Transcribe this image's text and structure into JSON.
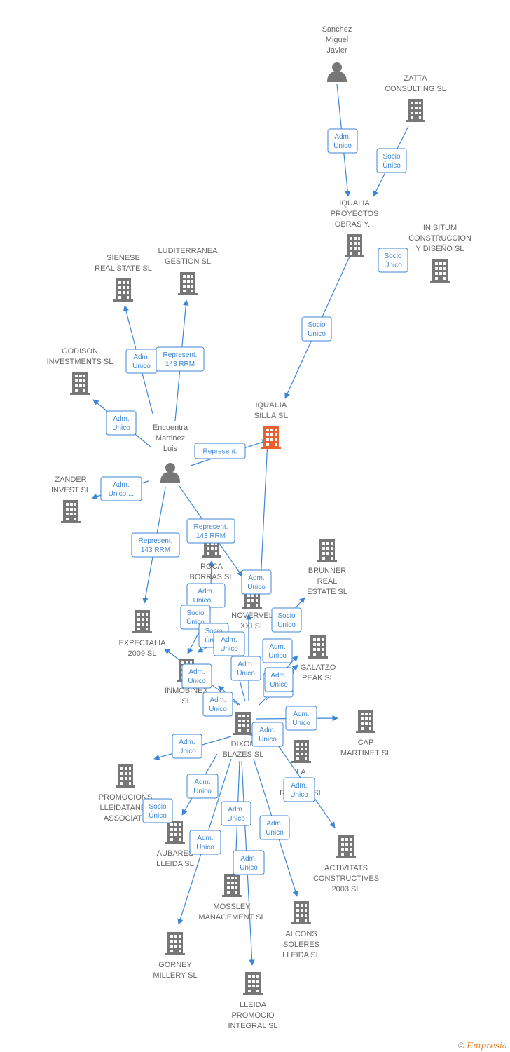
{
  "colors": {
    "edge": "#3d86d6",
    "node": "#777777",
    "focus": "#e8612e"
  },
  "nodes": [
    {
      "id": "sanchez",
      "label": [
        "Sanchez",
        "Miguel",
        "Javier"
      ],
      "kind": "person"
    },
    {
      "id": "zatta",
      "label": [
        "ZATTA",
        "CONSULTING SL"
      ],
      "kind": "company"
    },
    {
      "id": "iqualia_pro",
      "label": [
        "IQUALIA",
        "PROYECTOS",
        "OBRAS Y..."
      ],
      "kind": "company"
    },
    {
      "id": "insitum",
      "label": [
        "IN SITUM",
        "CONSTRUCCION",
        "Y DISEÑO SL"
      ],
      "kind": "company"
    },
    {
      "id": "sienese",
      "label": [
        "SIENESE",
        "REAL STATE SL"
      ],
      "kind": "company"
    },
    {
      "id": "luditerranea",
      "label": [
        "LUDITERRANEA",
        "GESTION SL"
      ],
      "kind": "company"
    },
    {
      "id": "godison",
      "label": [
        "GODISON",
        "INVESTMENTS SL"
      ],
      "kind": "company"
    },
    {
      "id": "iqualia_silla",
      "label": [
        "IQUALIA",
        "SILLA  SL"
      ],
      "kind": "company",
      "focus": true
    },
    {
      "id": "encuentra",
      "label": [
        "Encuentra",
        "Martinez",
        "Luis"
      ],
      "kind": "person"
    },
    {
      "id": "zander",
      "label": [
        "ZANDER",
        "INVEST SL"
      ],
      "kind": "company"
    },
    {
      "id": "roca",
      "label": [
        "ROCA",
        "BORRAS SL"
      ],
      "kind": "company"
    },
    {
      "id": "brunner",
      "label": [
        "BRUNNER",
        "REAL",
        "ESTATE  SL"
      ],
      "kind": "company"
    },
    {
      "id": "novervel",
      "label": [
        "NOVERVEL",
        "XXI SL"
      ],
      "kind": "company"
    },
    {
      "id": "expectalia",
      "label": [
        "EXPECTALIA",
        "2009 SL"
      ],
      "kind": "company"
    },
    {
      "id": "galatzo",
      "label": [
        "GALATZO",
        "PEAK SL"
      ],
      "kind": "company"
    },
    {
      "id": "inmobinex",
      "label": [
        "INMOBINEX",
        "SL"
      ],
      "kind": "company"
    },
    {
      "id": "dixon",
      "label": [
        "DIXON",
        "BLAZES SL"
      ],
      "kind": "company"
    },
    {
      "id": "cap",
      "label": [
        "CAP",
        "MARTINET SL"
      ],
      "kind": "company"
    },
    {
      "id": "lacasa",
      "label": [
        "LA",
        "C...A",
        "REAL...E SL"
      ],
      "kind": "company"
    },
    {
      "id": "promociones",
      "label": [
        "PROMOCIONS",
        "LLEIDATANES",
        "ASSOCIATS"
      ],
      "kind": "company"
    },
    {
      "id": "activitats",
      "label": [
        "ACTIVITATS",
        "CONSTRUCTIVES",
        "2003 SL"
      ],
      "kind": "company"
    },
    {
      "id": "aubares",
      "label": [
        "AUBARES",
        "LLEIDA SL"
      ],
      "kind": "company"
    },
    {
      "id": "mossley",
      "label": [
        "MOSSLEY",
        "MANAGEMENT SL"
      ],
      "kind": "company"
    },
    {
      "id": "alcons",
      "label": [
        "ALCONS",
        "SOLERES",
        "LLEIDA SL"
      ],
      "kind": "company"
    },
    {
      "id": "gorney",
      "label": [
        "GORNEY",
        "MILLERY SL"
      ],
      "kind": "company"
    },
    {
      "id": "lleida",
      "label": [
        "LLEIDA",
        "PROMOCIO",
        "INTEGRAL SL"
      ],
      "kind": "company"
    }
  ],
  "edges": [
    {
      "label": [
        "Adm.",
        "Unico"
      ]
    },
    {
      "label": [
        "Socio",
        "Único"
      ]
    },
    {
      "label": [
        "Socio",
        "Único"
      ]
    },
    {
      "label": [
        "Socio",
        "Único"
      ]
    },
    {
      "label": [
        "Adm.",
        "Unico"
      ]
    },
    {
      "label": [
        "Represent.",
        "143 RRM"
      ]
    },
    {
      "label": [
        "Adm.",
        "Unico"
      ]
    },
    {
      "label": [
        "Represent."
      ]
    },
    {
      "label": [
        "Adm.",
        "Unico,..."
      ]
    },
    {
      "label": [
        "Represent.",
        "143 RRM"
      ]
    },
    {
      "label": [
        "Represent.",
        "143 RRM"
      ]
    },
    {
      "label": [
        "Adm.",
        "Unico"
      ]
    },
    {
      "label": [
        "Adm.",
        "Unico,..."
      ]
    },
    {
      "label": [
        "Socio",
        "Único"
      ]
    },
    {
      "label": [
        "Socio",
        "Único"
      ]
    },
    {
      "label": [
        "Socio",
        "Único"
      ]
    },
    {
      "label": [
        "Adm.",
        "Unico"
      ]
    },
    {
      "label": [
        "Adm.",
        "Unico"
      ]
    },
    {
      "label": [
        "Adm.",
        "Unico"
      ]
    },
    {
      "label": [
        "Adm.",
        "Unico"
      ]
    },
    {
      "label": [
        "Adm.",
        "Unico"
      ]
    },
    {
      "label": [
        "Adm.",
        "Unico"
      ]
    },
    {
      "label": [
        "Adm.",
        "Unico"
      ]
    },
    {
      "label": [
        "Adm.",
        "Unico"
      ]
    },
    {
      "label": [
        "Adm.",
        "Unico"
      ]
    },
    {
      "label": [
        "Adm.",
        "Unico"
      ]
    },
    {
      "label": [
        "Socio",
        "Único"
      ]
    },
    {
      "label": [
        "Adm.",
        "Unico"
      ]
    },
    {
      "label": [
        "Adm.",
        "Unico"
      ]
    },
    {
      "label": [
        "Adm.",
        "Unico"
      ]
    },
    {
      "label": [
        "Adm.",
        "Unico"
      ]
    },
    {
      "label": [
        "Adm.",
        "Unico"
      ]
    },
    {
      "label": [
        "Adm.",
        "Unico"
      ]
    }
  ],
  "footer": {
    "copyright": "©",
    "brand": "Empresia"
  }
}
